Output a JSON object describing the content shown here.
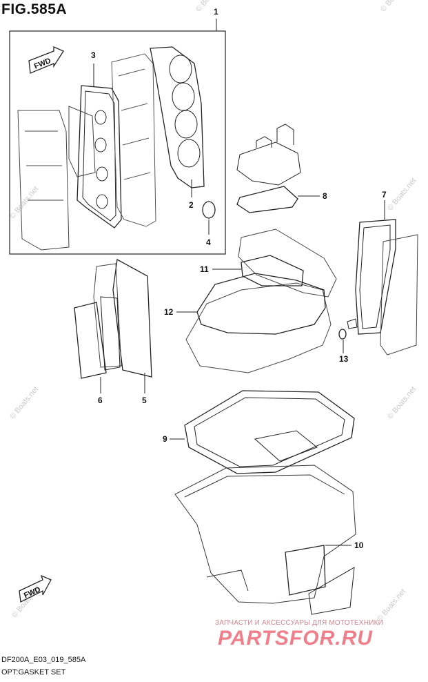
{
  "figure": {
    "title": "FIG.585A",
    "code": "DF200A_E03_019_585A",
    "caption": "OPT:GASKET SET"
  },
  "watermark": "© Boats.net",
  "fwd_label": "FWD",
  "brand": {
    "tagline": "ЗАПЧАСТИ И АКСЕССУАРЫ ДЛЯ МОТОТЕХНИКИ",
    "name": "PARTSFOR.RU"
  },
  "callouts": [
    "1",
    "2",
    "3",
    "4",
    "5",
    "6",
    "7",
    "8",
    "9",
    "10",
    "11",
    "12",
    "13"
  ],
  "colors": {
    "line": "#222222",
    "brand": "#f07f8c",
    "watermark": "#c9c9c9"
  }
}
